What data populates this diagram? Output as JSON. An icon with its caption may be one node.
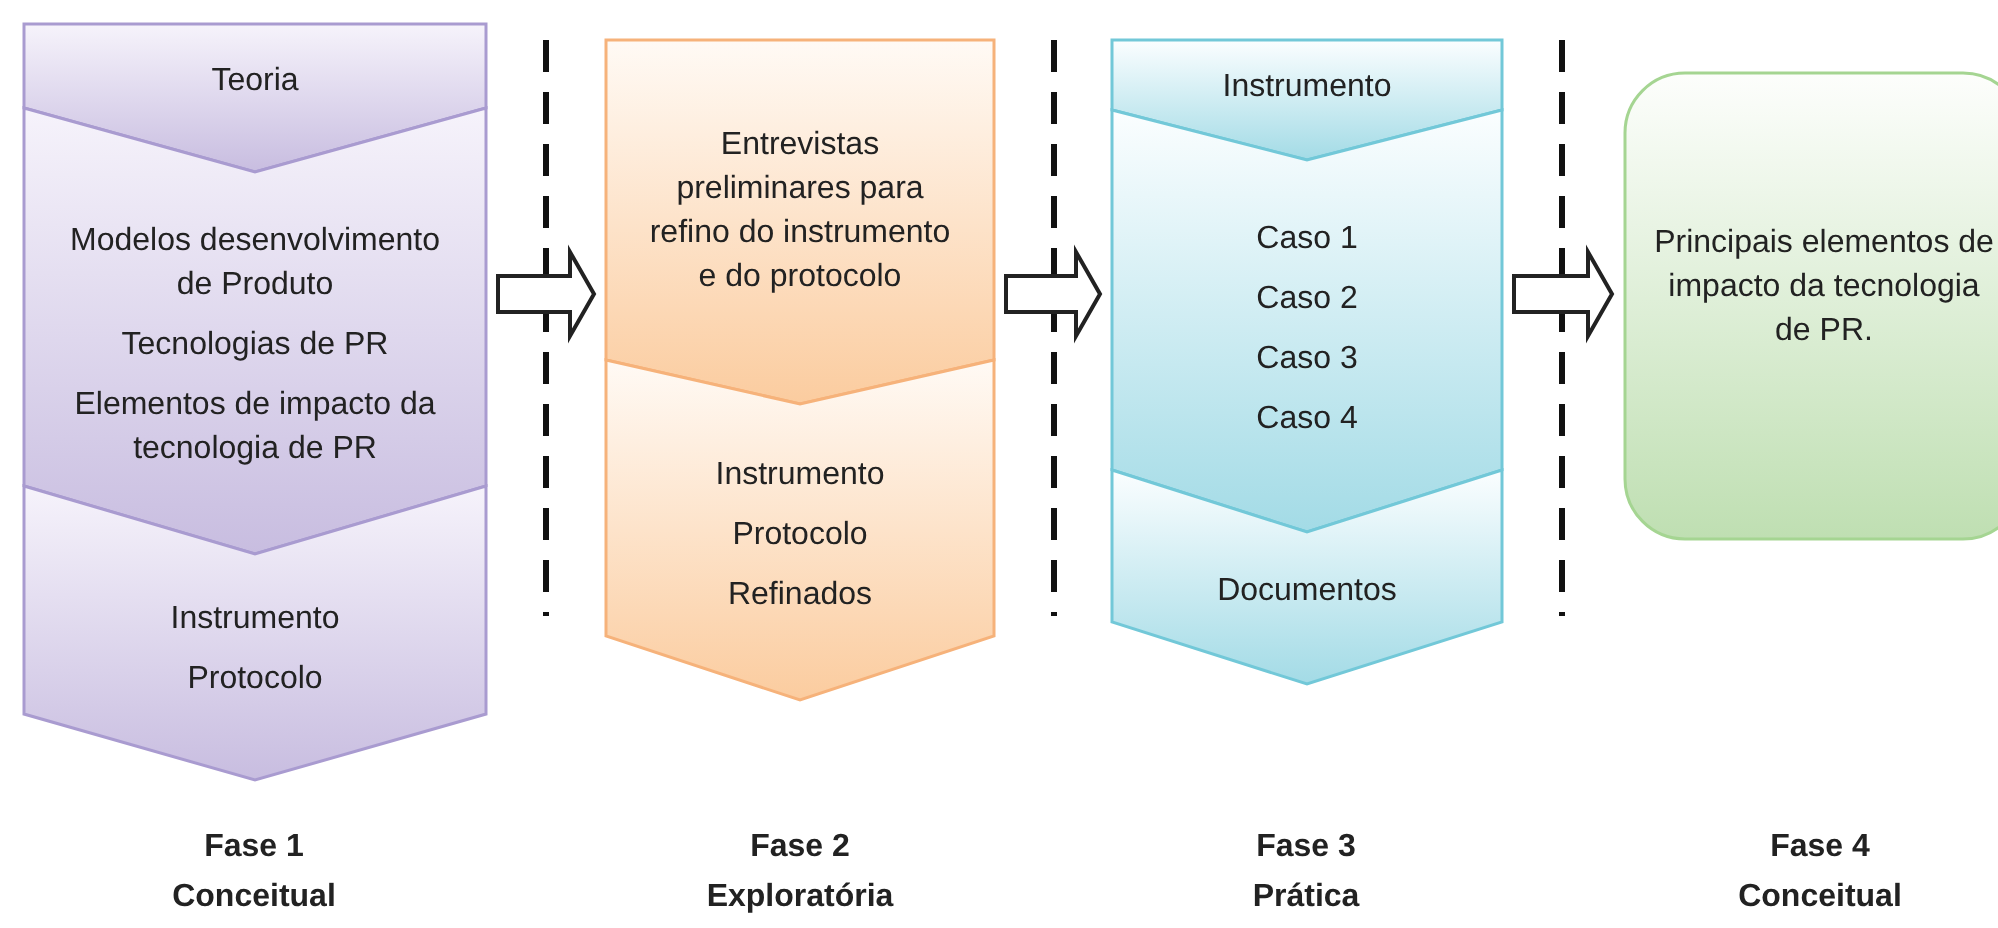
{
  "diagram": {
    "nodes": [
      {
        "text": [
          "Teoria"
        ]
      },
      {
        "text": [
          "Modelos desenvolvimento de Produto",
          "Tecnologias de PR",
          "Elementos de impacto da tecnologia de PR"
        ]
      },
      {
        "text": [
          "Instrumento",
          "Protocolo"
        ]
      },
      {
        "text": [
          "Entrevistas preliminares para refino do instrumento e do protocolo"
        ]
      },
      {
        "text": [
          "Instrumento",
          "Protocolo",
          "Refinados"
        ]
      },
      {
        "text": [
          "Instrumento"
        ]
      },
      {
        "text": [
          "Caso 1",
          "Caso 2",
          "Caso 3",
          "Caso 4"
        ]
      },
      {
        "text": [
          "Documentos"
        ]
      },
      {
        "text": [
          "Principais elementos de impacto da tecnologia de PR."
        ]
      }
    ],
    "edges": [
      {
        "from": 1,
        "to": 3,
        "arrow": "to"
      },
      {
        "from": 3,
        "to": 6,
        "arrow": "to"
      },
      {
        "from": 6,
        "to": 8,
        "arrow": "to"
      }
    ],
    "labels": [
      "Fase 1",
      "Conceitual",
      "Fase 2",
      "Exploratória",
      "Fase 3",
      "Prática",
      "Fase 4",
      "Conceitual"
    ]
  }
}
